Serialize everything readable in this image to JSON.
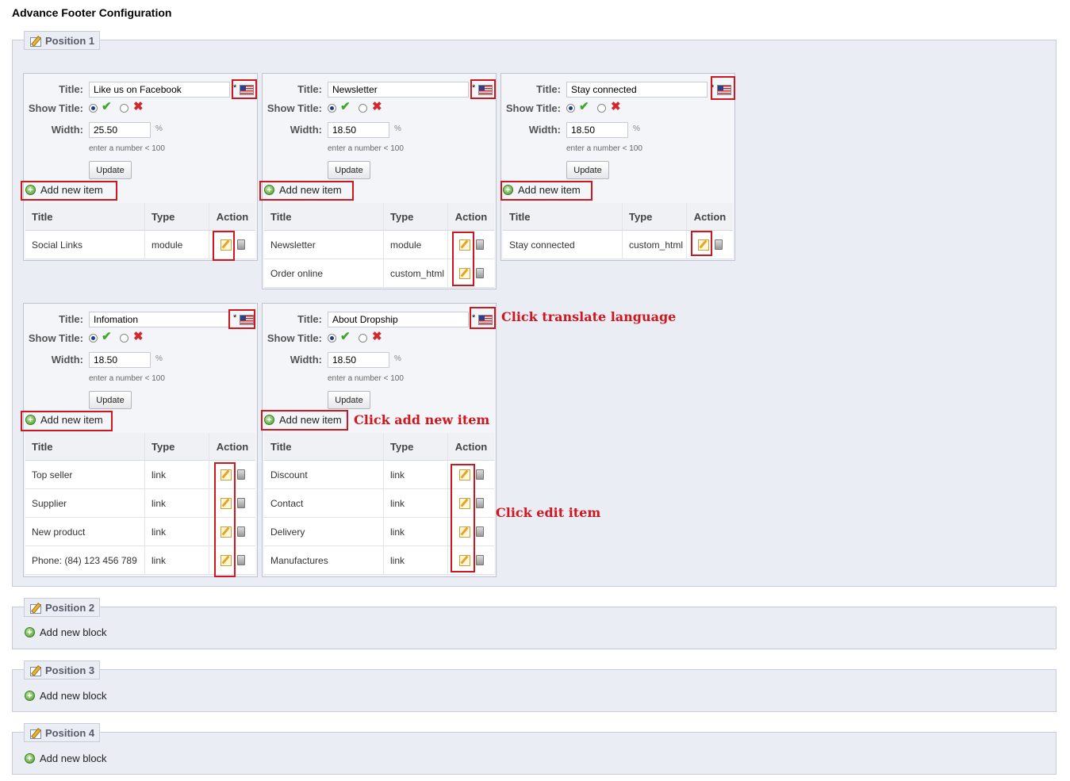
{
  "page_title": "Advance Footer Configuration",
  "form": {
    "title_label": "Title:",
    "show_title_label": "Show Title:",
    "width_label": "Width:",
    "required_mark": "*",
    "percent": "%",
    "width_hint": "enter a number < 100",
    "update_label": "Update",
    "add_item_label": "Add new item",
    "col_title": "Title",
    "col_type": "Type",
    "col_action": "Action"
  },
  "positions": [
    {
      "label": "Position 1"
    },
    {
      "label": "Position 2",
      "add_block": "Add new block"
    },
    {
      "label": "Position 3",
      "add_block": "Add new block"
    },
    {
      "label": "Position 4",
      "add_block": "Add new block"
    }
  ],
  "blocks": [
    {
      "title": "Like us on Facebook",
      "show_title": true,
      "width": "25.50",
      "items": [
        {
          "title": "Social Links",
          "type": "module"
        }
      ]
    },
    {
      "title": "Newsletter",
      "show_title": true,
      "width": "18.50",
      "items": [
        {
          "title": "Newsletter",
          "type": "module"
        },
        {
          "title": "Order online",
          "type": "custom_html"
        }
      ]
    },
    {
      "title": "Stay connected",
      "show_title": true,
      "width": "18.50",
      "items": [
        {
          "title": "Stay connected",
          "type": "custom_html"
        }
      ]
    },
    {
      "title": "Infomation",
      "show_title": true,
      "width": "18.50",
      "items": [
        {
          "title": "Top seller",
          "type": "link"
        },
        {
          "title": "Supplier",
          "type": "link"
        },
        {
          "title": "New product",
          "type": "link"
        },
        {
          "title": "Phone: (84) 123 456 789",
          "type": "link"
        }
      ]
    },
    {
      "title": "About Dropship",
      "show_title": true,
      "width": "18.50",
      "items": [
        {
          "title": "Discount",
          "type": "link"
        },
        {
          "title": "Contact",
          "type": "link"
        },
        {
          "title": "Delivery",
          "type": "link"
        },
        {
          "title": "Manufactures",
          "type": "link"
        }
      ]
    }
  ],
  "annotations": {
    "translate": "Click translate language",
    "add_item": "Click add new item",
    "edit_item": "Click edit item"
  },
  "colors": {
    "annotation": "#d0161e",
    "panel": "#ebedf4"
  }
}
